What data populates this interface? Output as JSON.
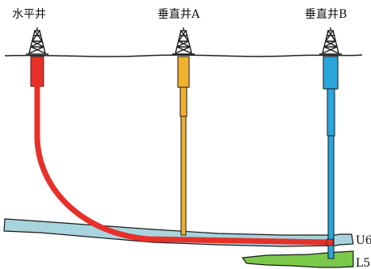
{
  "wells": {
    "horizontal": {
      "label": "水平井",
      "color": "#e8302a"
    },
    "vertical_a": {
      "label": "垂直井A",
      "color": "#f0b030"
    },
    "vertical_b": {
      "label": "垂直井B",
      "color": "#2aa6dc"
    }
  },
  "layers": {
    "u6": {
      "label": "U6",
      "color": "#a8d4de"
    },
    "l5": {
      "label": "L5",
      "color": "#7cc84a"
    }
  },
  "icons": [
    "derrick-icon"
  ]
}
